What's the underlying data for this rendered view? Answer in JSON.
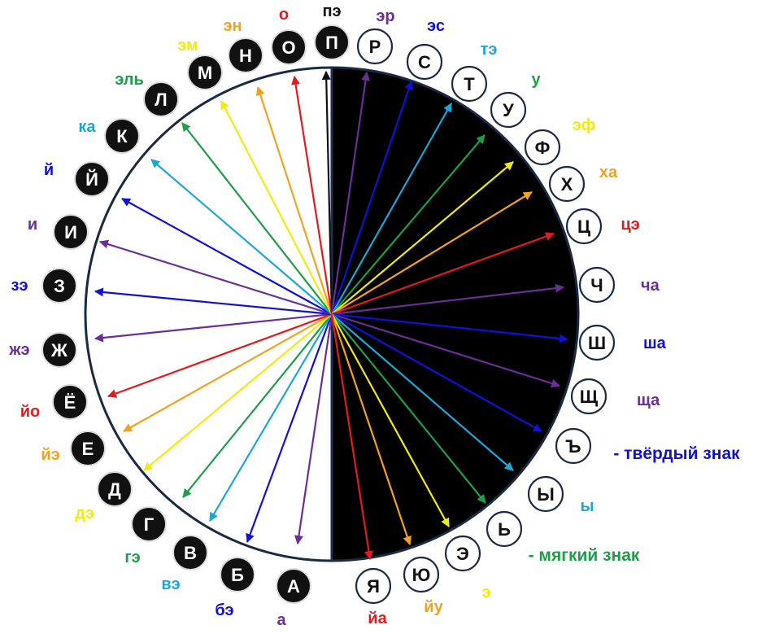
{
  "colors": {
    "red": "#e41a1c",
    "orange": "#f3a21d",
    "yellow": "#f2ea10",
    "green": "#1d9e48",
    "cyan": "#1fa6d8",
    "blue": "#1010d8",
    "violet": "#6a2d9a",
    "black": "#111111",
    "white": "#ffffff"
  },
  "left_letters": [
    {
      "letter": "А",
      "name": "а",
      "color": "violet"
    },
    {
      "letter": "Б",
      "name": "бэ",
      "color": "blue"
    },
    {
      "letter": "В",
      "name": "вэ",
      "color": "cyan"
    },
    {
      "letter": "Г",
      "name": "гэ",
      "color": "green"
    },
    {
      "letter": "Д",
      "name": "дэ",
      "color": "yellow"
    },
    {
      "letter": "Е",
      "name": "йэ",
      "color": "orange"
    },
    {
      "letter": "Ё",
      "name": "йо",
      "color": "red"
    },
    {
      "letter": "Ж",
      "name": "жэ",
      "color": "violet"
    },
    {
      "letter": "З",
      "name": "зэ",
      "color": "blue"
    },
    {
      "letter": "И",
      "name": "и",
      "color": "violet"
    },
    {
      "letter": "Й",
      "name": "й",
      "color": "blue"
    },
    {
      "letter": "К",
      "name": "ка",
      "color": "cyan"
    },
    {
      "letter": "Л",
      "name": "эль",
      "color": "green"
    },
    {
      "letter": "М",
      "name": "эм",
      "color": "yellow"
    },
    {
      "letter": "Н",
      "name": "эн",
      "color": "orange"
    },
    {
      "letter": "О",
      "name": "о",
      "color": "red"
    },
    {
      "letter": "П",
      "name": "пэ",
      "color": "black"
    }
  ],
  "right_letters": [
    {
      "letter": "Р",
      "name": "эр",
      "color": "violet"
    },
    {
      "letter": "С",
      "name": "эс",
      "color": "blue"
    },
    {
      "letter": "Т",
      "name": "тэ",
      "color": "cyan"
    },
    {
      "letter": "У",
      "name": "у",
      "color": "green"
    },
    {
      "letter": "Ф",
      "name": "эф",
      "color": "yellow"
    },
    {
      "letter": "Х",
      "name": "ха",
      "color": "orange"
    },
    {
      "letter": "Ц",
      "name": "цэ",
      "color": "red"
    },
    {
      "letter": "Ч",
      "name": "ча",
      "color": "violet"
    },
    {
      "letter": "Ш",
      "name": "ша",
      "color": "blue"
    },
    {
      "letter": "Щ",
      "name": "ща",
      "color": "violet"
    },
    {
      "letter": "Ъ",
      "name": "- твёрдый знак",
      "color": "blue"
    },
    {
      "letter": "Ы",
      "name": "ы",
      "color": "cyan"
    },
    {
      "letter": "Ь",
      "name": "- мягкий знак",
      "color": "green"
    },
    {
      "letter": "Э",
      "name": "э",
      "color": "yellow"
    },
    {
      "letter": "Ю",
      "name": "йу",
      "color": "orange"
    },
    {
      "letter": "Я",
      "name": "йа",
      "color": "red"
    }
  ]
}
